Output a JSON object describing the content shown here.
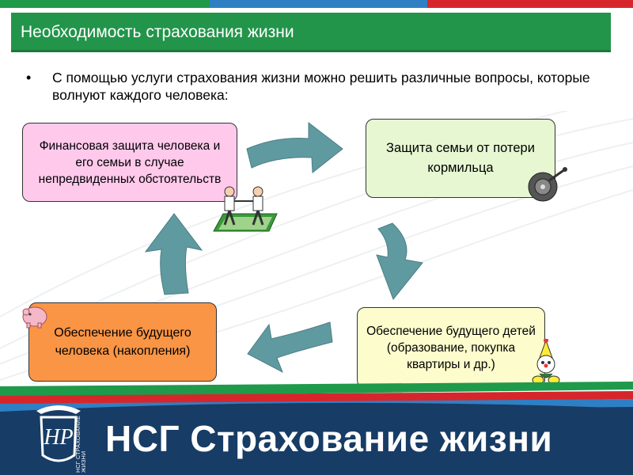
{
  "slide": {
    "title": "Необходимость страхования жизни",
    "bullet_symbol": "•",
    "intro_text": "С помощью услуги страхования жизни можно решить различные вопросы, которые волнуют каждого человека:"
  },
  "boxes": {
    "financial_protection": "Финансовая защита человека и его семьи в случае непредвиденных обстоятельств",
    "family_protection": "Защита семьи от потери кормильца",
    "future_person": "Обеспечение будущего человека (накопления)",
    "future_children": "Обеспечение будущего детей (образование, покупка квартиры и др.)"
  },
  "footer": {
    "brand_text": "НСГ Страхование жизни",
    "logo_vertical_text": "НСГ СТРАХОВАНИЕ ЖИЗНИ"
  },
  "colors": {
    "title_bar": "#22954a",
    "arrow": "#5f9aa0",
    "footer_bg": "#173c66",
    "box_pink": "#ffc9ec",
    "box_green": "#e6f7d2",
    "box_orange": "#f99545",
    "box_yellow": "#fcfccc",
    "stripe_green": "#1f9a4a",
    "stripe_red": "#d6262c",
    "stripe_blue": "#2f7fc4"
  },
  "icons": [
    "handshake-men-icon",
    "gramophone-icon",
    "piggy-bank-icon",
    "clown-child-icon",
    "nsg-logo-icon"
  ]
}
